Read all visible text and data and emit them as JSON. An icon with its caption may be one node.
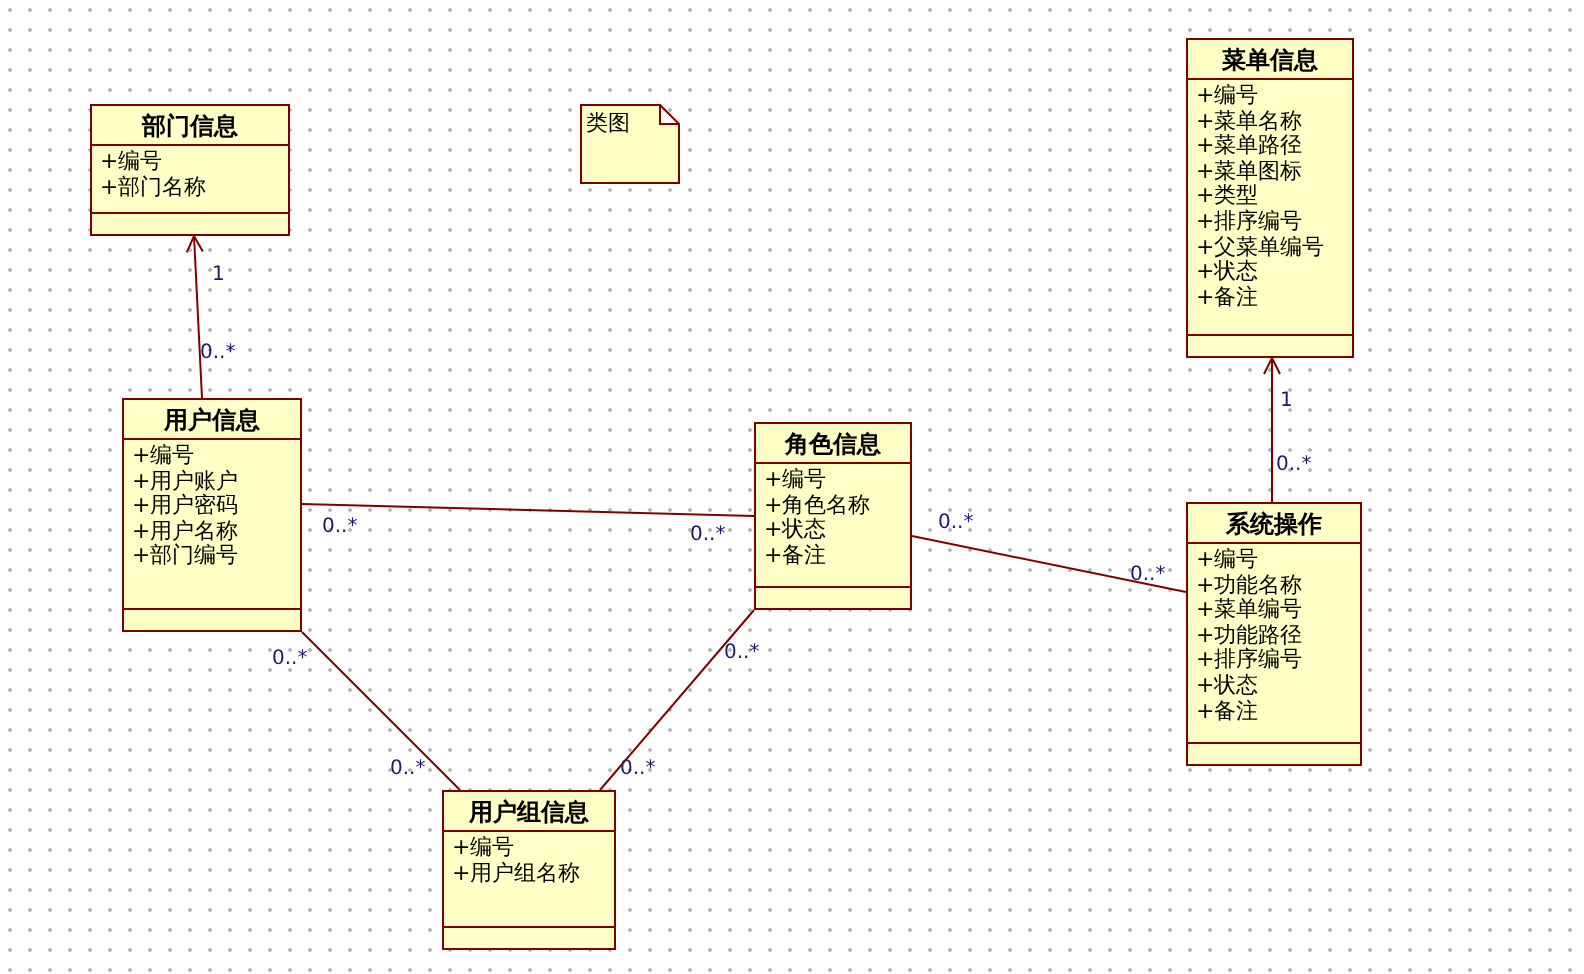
{
  "diagram": {
    "nodes": [
      {
        "text": [
          "部门信息",
          "+编号",
          "+部门名称"
        ]
      },
      {
        "text": [
          "类图"
        ]
      },
      {
        "text": [
          "菜单信息",
          "+编号",
          "+菜单名称",
          "+菜单路径",
          "+菜单图标",
          "+类型",
          "+排序编号",
          "+父菜单编号",
          "+状态",
          "+备注"
        ]
      },
      {
        "text": [
          "用户信息",
          "+编号",
          "+用户账户",
          "+用户密码",
          "+用户名称",
          "+部门编号"
        ]
      },
      {
        "text": [
          "角色信息",
          "+编号",
          "+角色名称",
          "+状态",
          "+备注"
        ]
      },
      {
        "text": [
          "系统操作",
          "+编号",
          "+功能名称",
          "+菜单编号",
          "+功能路径",
          "+排序编号",
          "+状态",
          "+备注"
        ]
      },
      {
        "text": [
          "用户组信息",
          "+编号",
          "+用户组名称"
        ]
      }
    ],
    "edges": [
      {
        "from": 3,
        "to": 0,
        "arrow": "to"
      },
      {
        "from": 5,
        "to": 2,
        "arrow": "to"
      },
      {
        "from": 3,
        "to": 4,
        "arrow": "none"
      },
      {
        "from": 4,
        "to": 5,
        "arrow": "none"
      },
      {
        "from": 3,
        "to": 6,
        "arrow": "none"
      },
      {
        "from": 4,
        "to": 6,
        "arrow": "none"
      }
    ],
    "labels": [
      "1",
      "0..*",
      "1",
      "0..*",
      "0..*",
      "0..*",
      "0..*",
      "0..*",
      "0..*",
      "0..*",
      "0..*",
      "0..*"
    ]
  }
}
